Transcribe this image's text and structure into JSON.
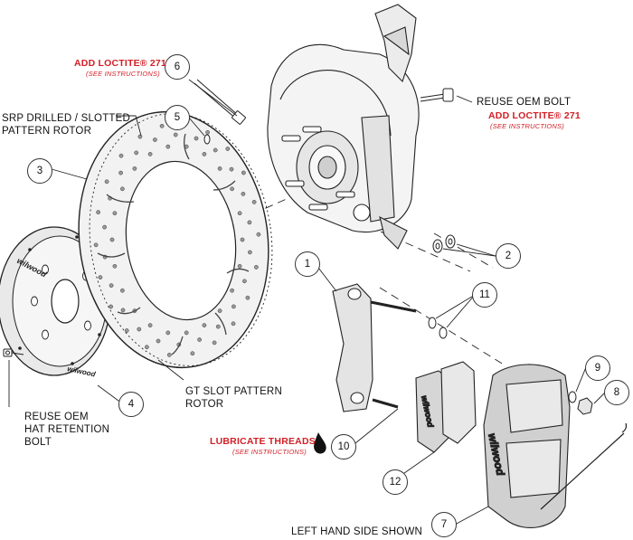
{
  "callouts": [
    "1",
    "2",
    "3",
    "4",
    "5",
    "6",
    "7",
    "8",
    "9",
    "10",
    "11",
    "12"
  ],
  "labels": {
    "rotor_srp_line1": "SRP DRILLED / SLOTTED",
    "rotor_srp_line2": "PATTERN ROTOR",
    "rotor_gt_line1": "GT SLOT PATTERN",
    "rotor_gt_line2": "ROTOR",
    "reuse_oem_hat_line1": "REUSE OEM",
    "reuse_oem_hat_line2": "HAT RETENTION",
    "reuse_oem_hat_line3": "BOLT",
    "reuse_oem_bolt": "REUSE OEM BOLT",
    "left_hand_side": "LEFT HAND SIDE SHOWN"
  },
  "notes": {
    "loctite_top": "ADD LOCTITE® 271",
    "loctite_top_sub": "(SEE INSTRUCTIONS)",
    "loctite_right": "ADD LOCTITE® 271",
    "loctite_right_sub": "(SEE INSTRUCTIONS)",
    "lubricate": "LUBRICATE THREADS",
    "lubricate_sub": "(SEE INSTRUCTIONS)"
  },
  "brand_marks": [
    "wilwood",
    "wilwood",
    "wilwood",
    "wilwood"
  ],
  "colors": {
    "note_red": "#d21f26",
    "line": "#222222",
    "part_fill": "#f2f2f2",
    "part_shade": "#bdbdbd"
  }
}
